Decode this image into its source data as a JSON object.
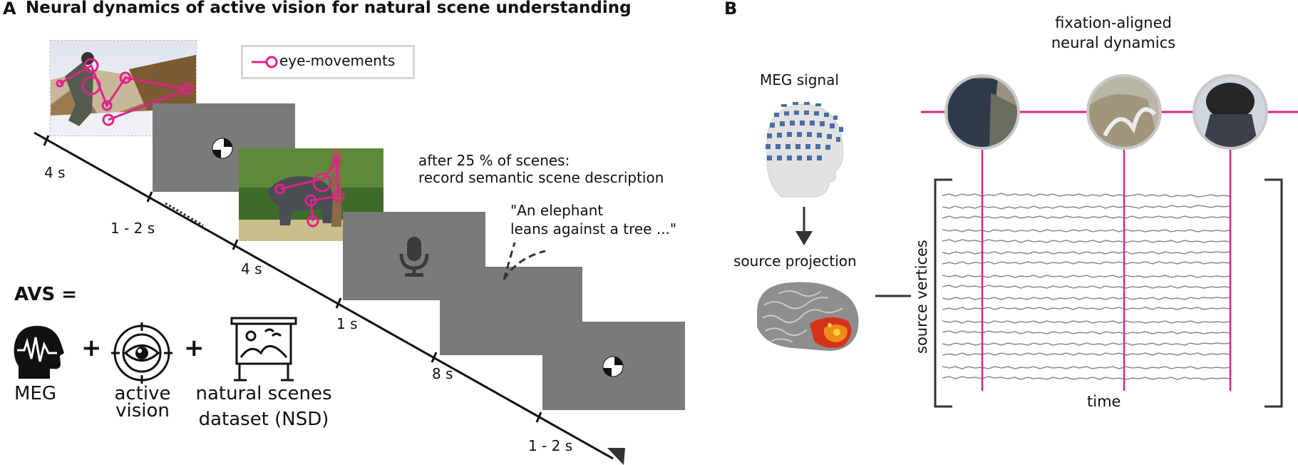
{
  "panel_a": {
    "letter": "A",
    "title": "Neural dynamics of active vision for natural scene understanding",
    "legend": {
      "label": "eye-movements",
      "icon": "eye-movement-trace-icon"
    },
    "timeline": {
      "durations": [
        "4 s",
        "1 - 2 s",
        "4 s",
        "1 s",
        "8 s",
        "1 - 2 s"
      ]
    },
    "note": {
      "line1": "after 25 % of scenes:",
      "line2": "record semantic scene description"
    },
    "quote": {
      "line1": "\"An elephant",
      "line2": "leans against a tree ...\""
    },
    "avs": {
      "heading": "AVS =",
      "plus": "+",
      "items": [
        {
          "icon": "brain-head-icon",
          "label1": "MEG",
          "label2": ""
        },
        {
          "icon": "eye-target-icon",
          "label1": "active",
          "label2": "vision"
        },
        {
          "icon": "framed-landscape-icon",
          "label1": "natural scenes",
          "label2": "dataset (NSD)"
        }
      ]
    }
  },
  "panel_b": {
    "letter": "B",
    "meg_label": "MEG signal",
    "source_label": "source projection",
    "fixation_label1": "fixation-aligned",
    "fixation_label2": "neural dynamics",
    "y_label": "source vertices",
    "x_label": "time"
  },
  "colors": {
    "accent": "#e0228a",
    "screen_gray": "#7a7a7a",
    "trace_gray": "#888888",
    "sensor_blue": "#4a6fa5"
  }
}
